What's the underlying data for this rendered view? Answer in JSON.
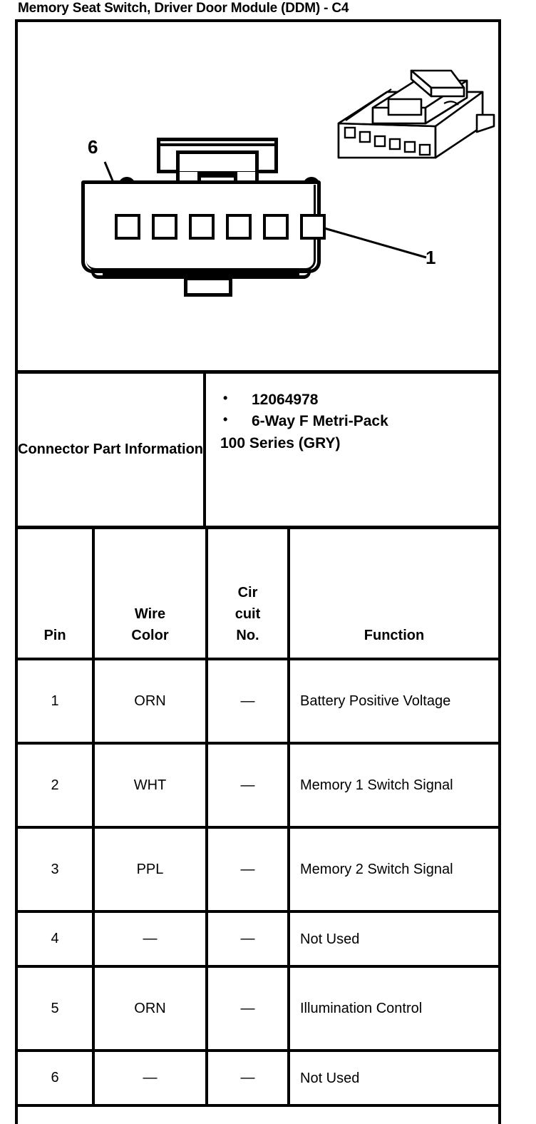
{
  "document": {
    "title": "Memory Seat Switch, Driver Door Module (DDM)  - C4"
  },
  "diagram": {
    "face_view_label": "connector-face-view",
    "iso_view_label": "connector-isometric-view",
    "callouts": [
      {
        "label": "6",
        "position": "left"
      },
      {
        "label": "1",
        "position": "right"
      }
    ],
    "cavity_count": 6
  },
  "part_information": {
    "label": "Connector Part Information",
    "bullets": [
      "12064978",
      "6-Way F Metri-Pack"
    ],
    "continuation": "100 Series (GRY)"
  },
  "pin_table": {
    "headers": {
      "pin": "Pin",
      "wire_color": "Wire\nColor",
      "wire_color_line1": "Wire",
      "wire_color_line2": "Color",
      "circuit_no_line1": "Cir",
      "circuit_no_line2": "cuit",
      "circuit_no_line3": "No.",
      "function": "Function"
    },
    "rows": [
      {
        "pin": "1",
        "wire_color": "ORN",
        "circuit_no": "—",
        "function": "Battery Positive Voltage",
        "lines": 2
      },
      {
        "pin": "2",
        "wire_color": "WHT",
        "circuit_no": "—",
        "function": "Memory 1 Switch Signal",
        "lines": 2
      },
      {
        "pin": "3",
        "wire_color": "PPL",
        "circuit_no": "—",
        "function": "Memory 2 Switch Signal",
        "lines": 2
      },
      {
        "pin": "4",
        "wire_color": "—",
        "circuit_no": "—",
        "function": "Not Used",
        "lines": 1
      },
      {
        "pin": "5",
        "wire_color": "ORN",
        "circuit_no": "—",
        "function": "Illumination Control",
        "lines": 2
      },
      {
        "pin": "6",
        "wire_color": "—",
        "circuit_no": "—",
        "function": "Not Used",
        "lines": 1
      }
    ]
  },
  "colors": {
    "ink": "#000000",
    "paper": "#ffffff"
  }
}
